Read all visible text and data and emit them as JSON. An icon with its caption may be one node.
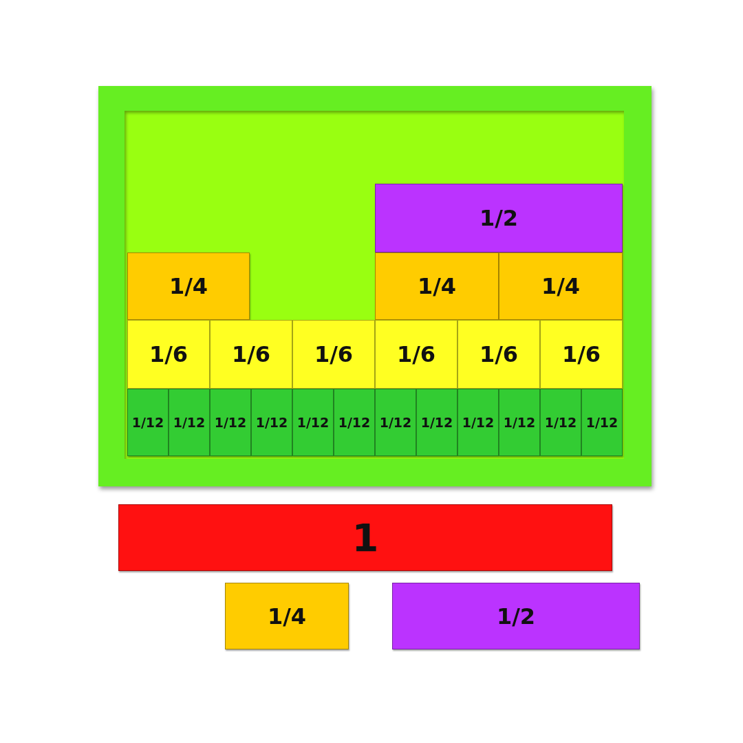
{
  "diagram": {
    "nodes": [
      {
        "text": [],
        "shape": "box"
      },
      {
        "text": [
          "1/2"
        ],
        "in": 0
      },
      {
        "text": [
          "1/4"
        ],
        "in": 0
      },
      {
        "text": [
          "1/4"
        ],
        "in": 0
      },
      {
        "text": [
          "1/4"
        ],
        "in": 0
      },
      {
        "text": [
          "1/6"
        ],
        "in": 0
      },
      {
        "text": [
          "1/6"
        ],
        "in": 0
      },
      {
        "text": [
          "1/6"
        ],
        "in": 0
      },
      {
        "text": [
          "1/6"
        ],
        "in": 0
      },
      {
        "text": [
          "1/6"
        ],
        "in": 0
      },
      {
        "text": [
          "1/6"
        ],
        "in": 0
      },
      {
        "text": [
          "1/12"
        ],
        "in": 0
      },
      {
        "text": [
          "1/12"
        ],
        "in": 0
      },
      {
        "text": [
          "1/12"
        ],
        "in": 0
      },
      {
        "text": [
          "1/12"
        ],
        "in": 0
      },
      {
        "text": [
          "1/12"
        ],
        "in": 0
      },
      {
        "text": [
          "1/12"
        ],
        "in": 0
      },
      {
        "text": [
          "1/12"
        ],
        "in": 0
      },
      {
        "text": [
          "1/12"
        ],
        "in": 0
      },
      {
        "text": [
          "1/12"
        ],
        "in": 0
      },
      {
        "text": [
          "1/12"
        ],
        "in": 0
      },
      {
        "text": [
          "1/12"
        ],
        "in": 0
      },
      {
        "text": [
          "1/12"
        ],
        "in": 0
      },
      {
        "text": [
          "1"
        ]
      },
      {
        "text": [
          "1/4"
        ]
      },
      {
        "text": [
          "1/2"
        ]
      }
    ]
  }
}
